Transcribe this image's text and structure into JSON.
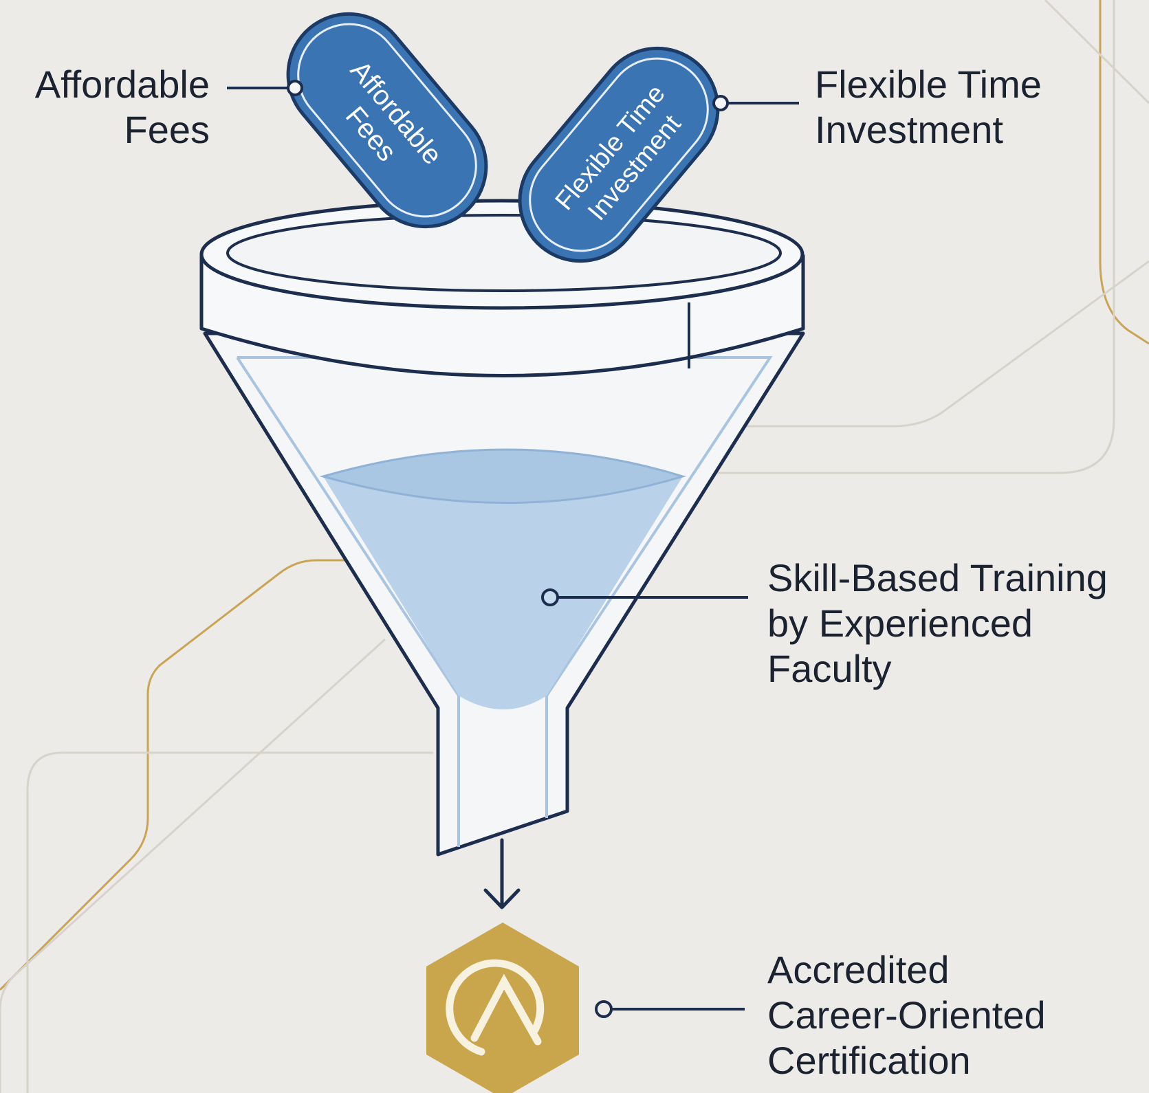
{
  "labels": {
    "affordable_fees": {
      "line1": "Affordable",
      "line2": "Fees"
    },
    "flexible_time": {
      "line1": "Flexible Time",
      "line2": "Investment"
    },
    "skill_training": {
      "line1": "Skill-Based Training",
      "line2": "by Experienced",
      "line3": "Faculty"
    },
    "certification": {
      "line1": "Accredited",
      "line2": "Career-Oriented",
      "line3": "Certification"
    }
  },
  "pills": {
    "left": {
      "line1": "Affordable",
      "line2": "Fees"
    },
    "right": {
      "line1": "Flexible Time",
      "line2": "Investment"
    }
  },
  "colors": {
    "background": "#ecebe7",
    "outline": "#1c2d4d",
    "pill_fill": "#3b74b3",
    "liquid": "#b9d2ea",
    "badge_gold": "#c9a54b",
    "accent_line_gold": "#c9a455",
    "accent_line_gray": "#d6d3ca"
  },
  "icons": {
    "badge": "hexagon-a-compass-icon",
    "arrow": "arrow-down-icon"
  }
}
